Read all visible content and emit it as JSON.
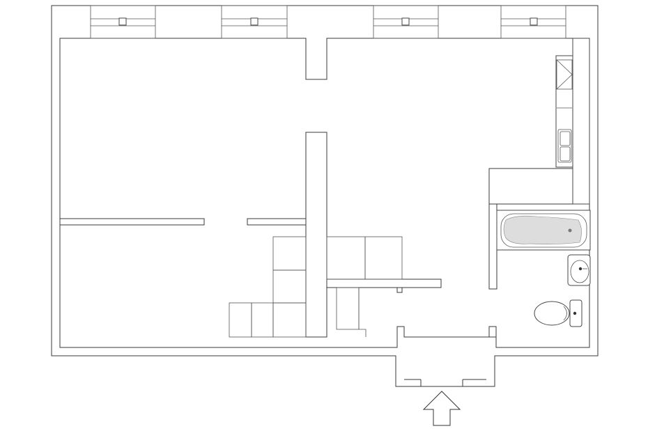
{
  "plan": {
    "colors": {
      "background": "#ffffff",
      "line": "#3a3a3a",
      "fixture_fill": "#ffffff",
      "tub_shade": "#dddddd"
    },
    "elements": [
      "outer-wall",
      "window",
      "room-partition",
      "kitchen-counter",
      "cabinet",
      "bathtub",
      "washbasin",
      "toilet",
      "entrance-door",
      "entrance-arrow"
    ],
    "entrance_arrow_icon": "up-arrow-icon"
  }
}
